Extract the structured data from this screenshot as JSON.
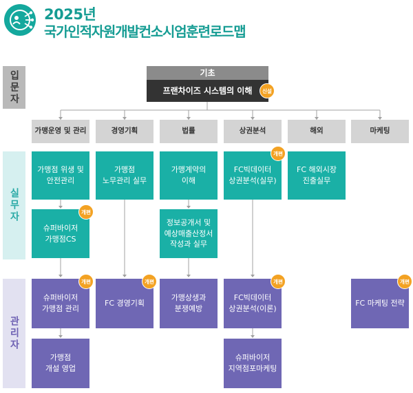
{
  "header": {
    "line1": "2025년",
    "line2": "국가인적자원개발컨소시엄훈련로드맵",
    "logo_icon": "share-network-icon"
  },
  "bands": {
    "intro": "입문자",
    "practitioner": "실무자",
    "manager": "관리자"
  },
  "basic": {
    "header": "기초",
    "course": "프랜차이즈 시스템의 이해",
    "badge": "신설"
  },
  "categories": [
    "가맹운영 및 관리",
    "경영기획",
    "법률",
    "상권분석",
    "해외",
    "마케팅"
  ],
  "practitioner_courses": {
    "hygiene": "가맹점 위생 및\n안전관리",
    "labor": "가맹점\n노무관리 실무",
    "contract": "가맹계약의\n이해",
    "bigdata_practice": "FC빅데이터\n상권분석(실무)",
    "overseas": "FC 해외시장\n진출실무",
    "supervisor_cs": "슈퍼바이저\n가맹점CS",
    "disclosure": "정보공개서 및\n예상매출산정서\n작성과 실무"
  },
  "manager_courses": {
    "supervisor_mgmt": "슈퍼바이저\n가맹점 관리",
    "fc_planning": "FC 경영기획",
    "coexistence": "가맹상생과\n분쟁예방",
    "bigdata_theory": "FC빅데이터\n상권분석(이론)",
    "fc_marketing": "FC 마케팅 전략",
    "store_sales": "가맹점\n개설 영업",
    "supervisor_marketing": "슈퍼바이저\n지역점포마케팅"
  },
  "badge_revised": "개편",
  "colors": {
    "brand_teal": "#159c93",
    "teal_box": "#1ab0a6",
    "purple_box": "#6f67b4",
    "badge_orange": "#f3a223",
    "category_gray": "#d4d4d4"
  }
}
